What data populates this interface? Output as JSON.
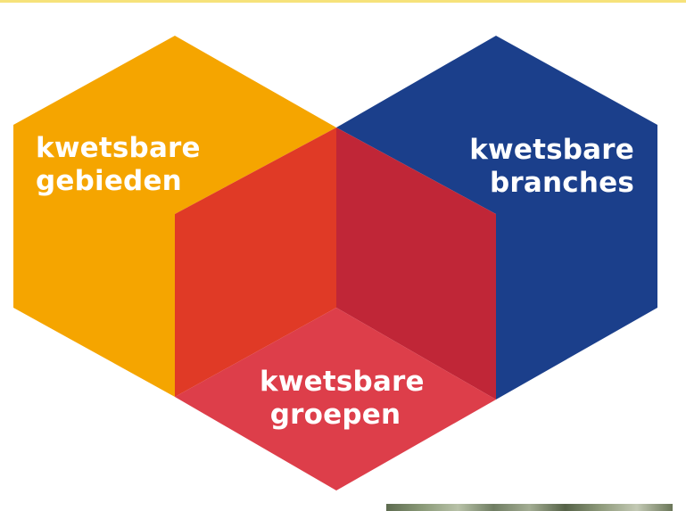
{
  "diagram": {
    "regions": [
      {
        "id": "gebieden",
        "lines": [
          "kwetsbare",
          "gebieden"
        ],
        "color": "#f5a500"
      },
      {
        "id": "branches",
        "lines": [
          "kwetsbare",
          "branches"
        ],
        "color": "#1b3f8b"
      },
      {
        "id": "groepen",
        "lines": [
          "kwetsbare",
          "groepen"
        ],
        "color": "#dd3e4a"
      }
    ],
    "overlap_colors": {
      "gebieden_groepen": "#e03a26",
      "branches_groepen": "#c02637",
      "all_three": "#c02637"
    }
  }
}
